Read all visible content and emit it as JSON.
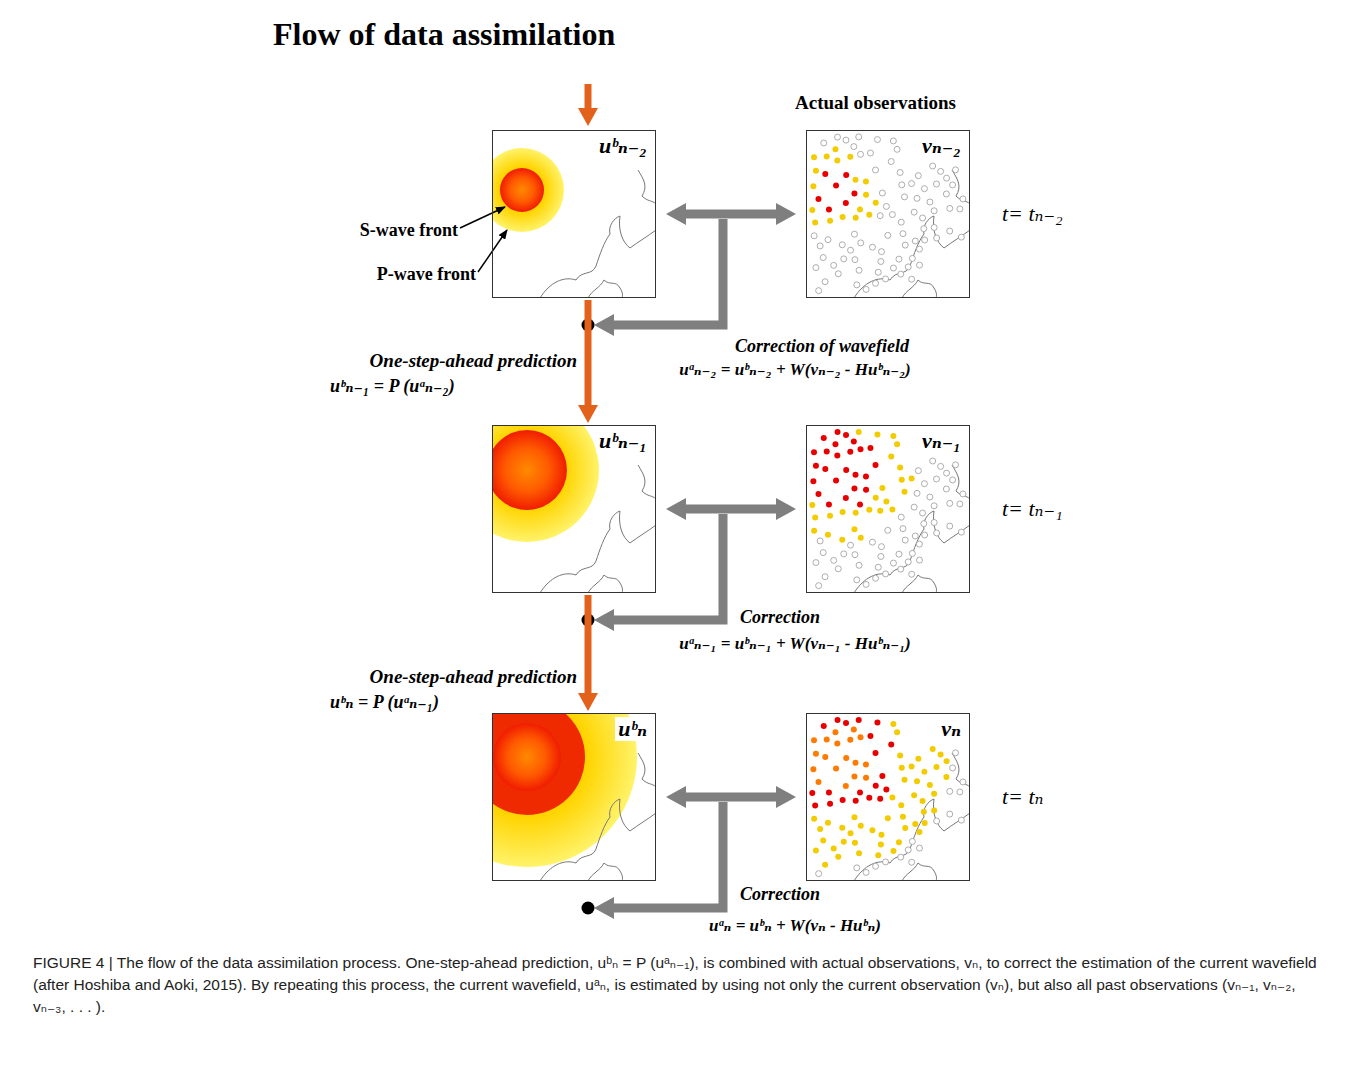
{
  "diagram": {
    "title": "Flow of data assimilation",
    "caption": "FIGURE 4 | The flow of the data assimilation process. One-step-ahead prediction, uᵇₙ = P (uᵃₙ₋₁), is combined with actual observations, vₙ, to correct the estimation of the current wavefield (after Hoshiba and Aoki, 2015). By repeating this process, the current wavefield, uᵃₙ, is estimated by using not only the current observation (vₙ), but also all past observations (vₙ₋₁, vₙ₋₂, vₙ₋₃, . . . ).",
    "nodes": [
      {
        "text": [
          "uᵇₙ₋₂"
        ]
      },
      {
        "text": [
          "vₙ₋₂"
        ]
      },
      {
        "text": [
          "uᵇₙ₋₁"
        ]
      },
      {
        "text": [
          "vₙ₋₁"
        ]
      },
      {
        "text": [
          "uᵇₙ"
        ]
      },
      {
        "text": [
          "vₙ"
        ]
      }
    ],
    "edges": [
      {
        "from": 0,
        "to": 1,
        "arrow": "both"
      },
      {
        "from": 0,
        "to": 2,
        "arrow": "to"
      },
      {
        "from": 2,
        "to": 3,
        "arrow": "both"
      },
      {
        "from": 2,
        "to": 4,
        "arrow": "to"
      },
      {
        "from": 4,
        "to": 5,
        "arrow": "both"
      }
    ],
    "labels": [
      "Actual observations",
      "S-wave front",
      "P-wave front",
      "t= tₙ₋₂",
      "Correction of wavefield",
      "uᵃₙ₋₂ = uᵇₙ₋₂ + W(vₙ₋₂ - Huᵇₙ₋₂)",
      "One-step-ahead prediction",
      "uᵇₙ₋₁ = P (uᵃₙ₋₂)",
      "t= tₙ₋₁",
      "Correction",
      "uᵃₙ₋₁ = uᵇₙ₋₁ + W(vₙ₋₁ - Huᵇₙ₋₁)",
      "One-step-ahead prediction",
      "uᵇₙ = P (uᵃₙ₋₁)",
      "t= tₙ",
      "Correction",
      "uᵃₙ = uᵇₙ + W(vₙ - Huᵇₙ)"
    ]
  }
}
